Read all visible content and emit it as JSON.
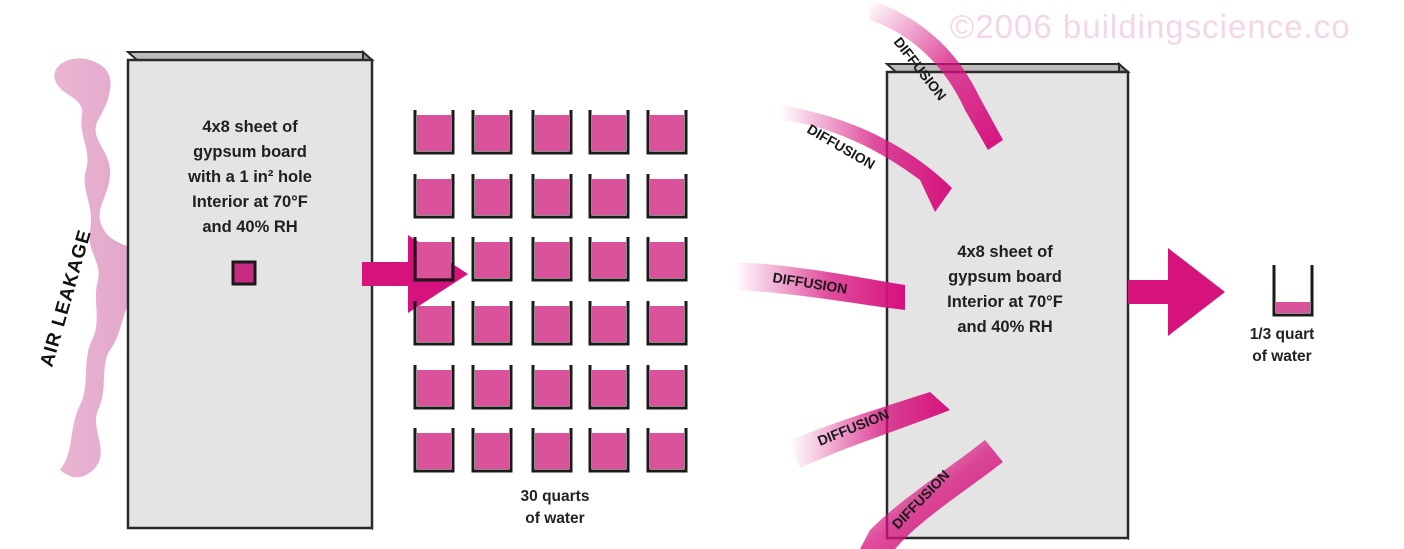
{
  "watermark": "©2006 buildingscience.co",
  "left_board": {
    "line1": "4x8 sheet of",
    "line2": "gypsum board",
    "line3": "with a 1 in² hole",
    "line4": "Interior at 70°F",
    "line5": "and 40% RH"
  },
  "air_leakage_label": "AIR LEAKAGE",
  "left_result": {
    "line1": "30 quarts",
    "line2": "of water"
  },
  "right_board": {
    "line1": "4x8 sheet of",
    "line2": "gypsum board",
    "line3": "Interior at 70°F",
    "line4": "and 40% RH"
  },
  "diffusion_label": "DIFFUSION",
  "right_result": {
    "line1": "1/3 quart",
    "line2": "of water"
  },
  "colors": {
    "magenta": "#d6127d",
    "jar_fill": "#d9529a",
    "board_fill": "#e4e4e4",
    "board_edge": "#2a2a2a"
  }
}
